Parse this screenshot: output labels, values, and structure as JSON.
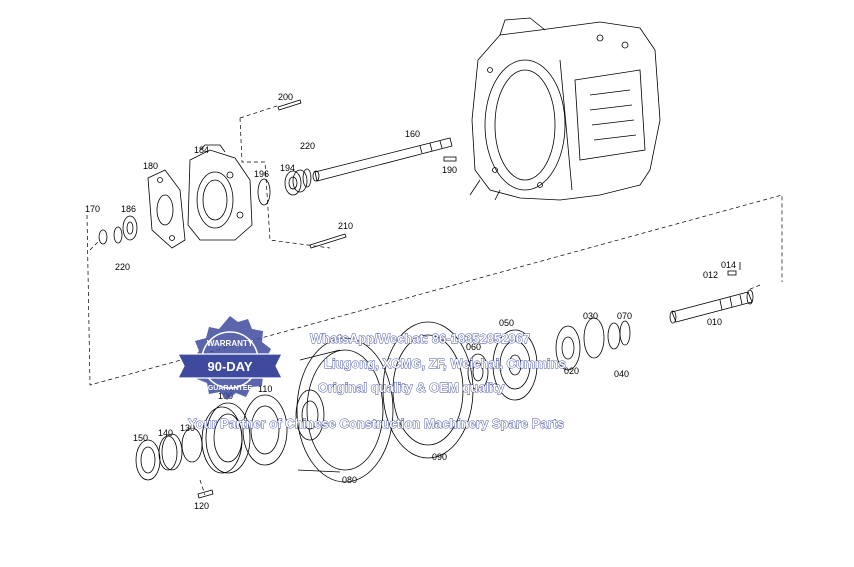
{
  "part_labels": {
    "p200": "200",
    "p184": "184",
    "p180": "180",
    "p160": "160",
    "p220a": "220",
    "p194": "194",
    "p196": "196",
    "p190": "190",
    "p170": "170",
    "p186": "186",
    "p220b": "220",
    "p210": "210",
    "p014": "014",
    "p012": "012",
    "p010": "010",
    "p050": "050",
    "p030": "030",
    "p070": "070",
    "p060": "060",
    "p020": "020",
    "p040": "040",
    "p150": "150",
    "p140": "140",
    "p130": "130",
    "p100": "100",
    "p110": "110",
    "p090": "090",
    "p080": "080",
    "p120": "120"
  },
  "badge": {
    "top_text": "WARRANTY",
    "center_text": "90-DAY",
    "bottom_text": "GUARANTEE",
    "color": "#3d4a9e"
  },
  "watermark": {
    "line1": "WhatsApp/Wechat: 86-18352852967",
    "line2": "Liugong, XCMG, ZF, Weichai, Cummins",
    "line3": "Original quality  & OEM quality",
    "line4": "Your Partner of Chinese Construction Machinery Spare Parts"
  }
}
